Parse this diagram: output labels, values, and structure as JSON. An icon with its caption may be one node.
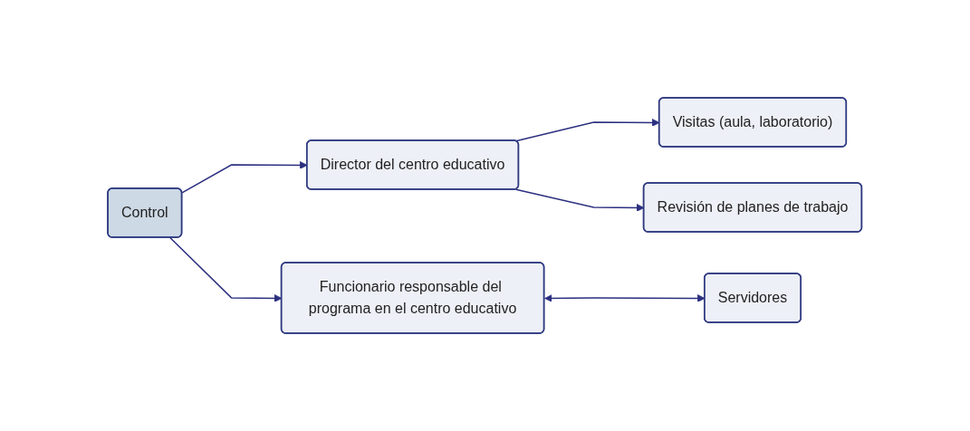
{
  "diagram": {
    "nodes": [
      {
        "text": [
          "Control"
        ]
      },
      {
        "text": [
          "Director del centro educativo"
        ]
      },
      {
        "text": [
          "Funcionario responsable del programa en el centro educativo"
        ]
      },
      {
        "text": [
          "Visitas (aula, laboratorio)"
        ]
      },
      {
        "text": [
          "Revisión de planes de trabajo"
        ]
      },
      {
        "text": [
          "Servidores"
        ]
      }
    ],
    "edges": [
      {
        "from": 0,
        "to": 1,
        "arrow": "to"
      },
      {
        "from": 0,
        "to": 2,
        "arrow": "to"
      },
      {
        "from": 1,
        "to": 3,
        "arrow": "to"
      },
      {
        "from": 1,
        "to": 4,
        "arrow": "to"
      },
      {
        "from": 2,
        "to": 5,
        "arrow": "both"
      }
    ]
  }
}
